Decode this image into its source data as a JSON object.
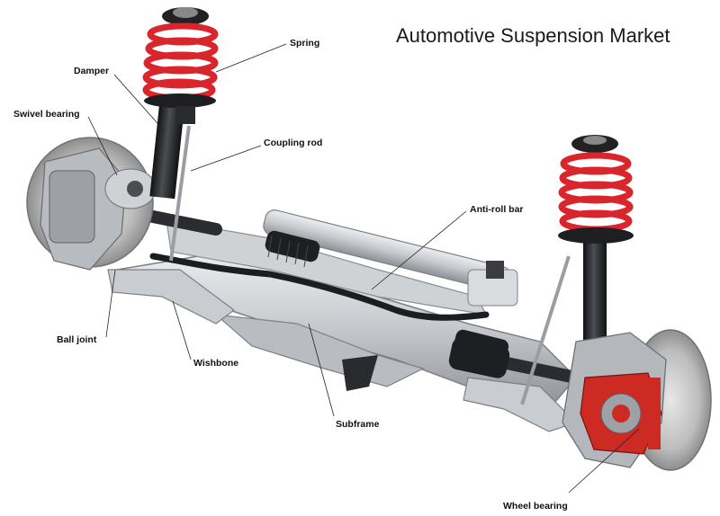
{
  "title": "Automotive Suspension Market",
  "callouts": {
    "spring": "Spring",
    "damper": "Damper",
    "swivel_bearing": "Swivel bearing",
    "coupling_rod": "Coupling rod",
    "anti_roll_bar": "Anti-roll bar",
    "ball_joint": "Ball joint",
    "wishbone": "Wishbone",
    "subframe": "Subframe",
    "wheel_bearing": "Wheel bearing"
  },
  "colors": {
    "spring": "#d8262c",
    "metal_light": "#d6d9dc",
    "metal_mid": "#a9adb2",
    "metal_dark": "#4a4d52",
    "rubber": "#1e1f22",
    "cutaway": "#cc2a22"
  }
}
